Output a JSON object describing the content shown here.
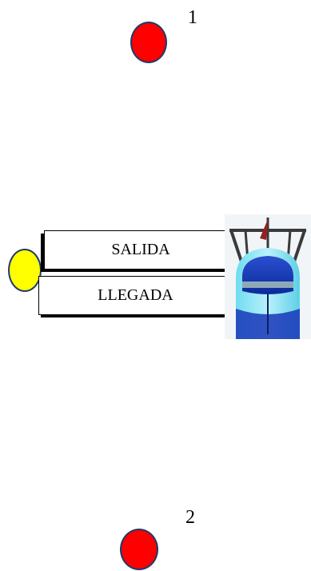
{
  "markers": {
    "top_label": "1",
    "bottom_label": "2"
  },
  "boxes": {
    "start_label": "SALIDA",
    "finish_label": "LLEGADA"
  },
  "colors": {
    "mark_buoy": "#ff0000",
    "start_buoy": "#ffff00",
    "buoy_outline": "#1f3a6b"
  },
  "icons": {
    "committee_boat": "boat-icon"
  }
}
